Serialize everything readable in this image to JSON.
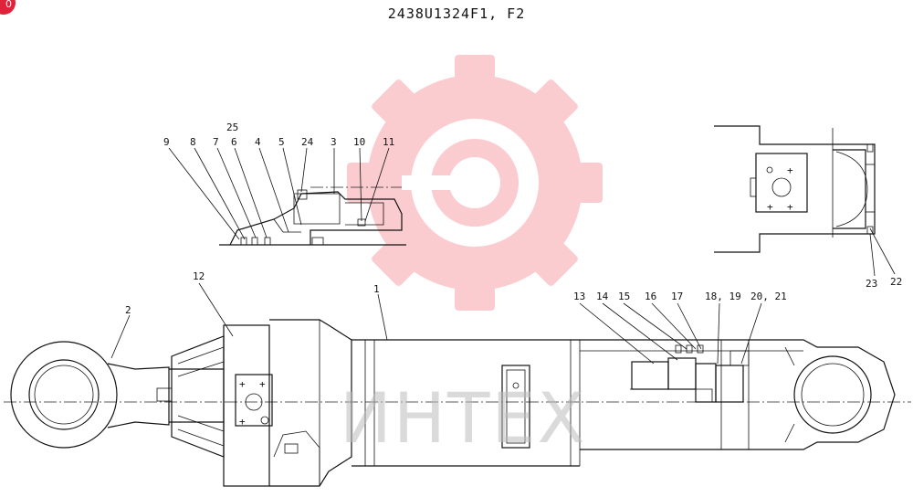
{
  "drawing": {
    "title": "2438U1324F1, F2",
    "badge": "0",
    "watermark": "ИНТЕХ"
  },
  "detail_labels": [
    "25",
    "9",
    "8",
    "7",
    "6",
    "4",
    "5",
    "24",
    "3",
    "10",
    "11"
  ],
  "end_view_labels": [
    "23",
    "22"
  ],
  "main_labels": [
    "12",
    "2",
    "1",
    "13",
    "14",
    "15",
    "16",
    "17",
    "18, 19",
    "20, 21"
  ],
  "colors": {
    "line": "#111111",
    "watermark_red": "#f04b57",
    "badge": "#e0223a"
  }
}
